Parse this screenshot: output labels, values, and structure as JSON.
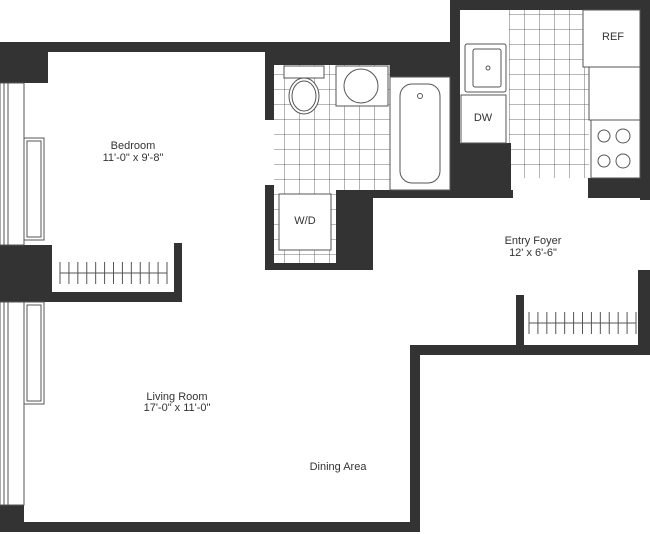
{
  "rooms": {
    "bedroom": {
      "name": "Bedroom",
      "size": "11'-0\" x 9'-8\""
    },
    "living": {
      "name": "Living Room",
      "size": "17'-0\" x 11'-0\""
    },
    "dining": {
      "name": "Dining Area"
    },
    "foyer": {
      "name": "Entry Foyer",
      "size": "12' x 6'-6\""
    }
  },
  "fixtures": {
    "ref": "REF",
    "dw": "DW",
    "wd": "W/D"
  },
  "colors": {
    "wall": "#333333",
    "line": "#555555"
  }
}
